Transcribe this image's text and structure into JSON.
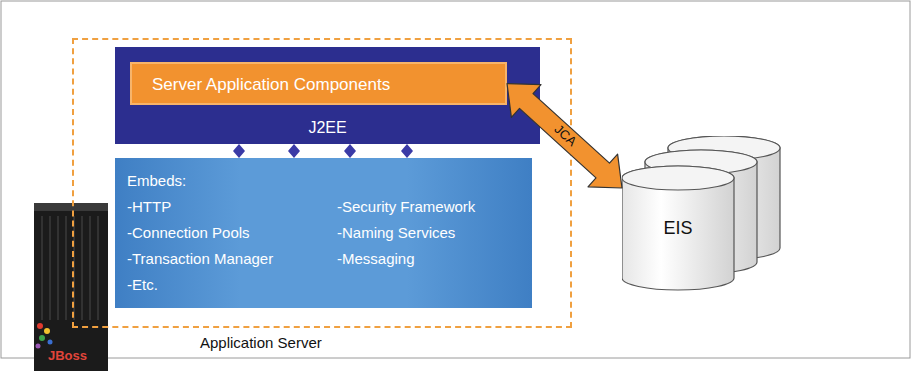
{
  "diagram": {
    "nodes": [
      {
        "text": [
          "Application Server"
        ]
      },
      {
        "text": [
          "J2EE"
        ],
        "in": 0
      },
      {
        "text": [
          "Server Application Components"
        ],
        "in": 1
      },
      {
        "text": [
          "Embeds:",
          "-HTTP",
          "-Security Framework",
          "-Connection Pools",
          "-Naming Services",
          "-Transaction Manager",
          "-Messaging",
          "-Etc."
        ],
        "in": 0
      },
      {
        "text": [
          "EIS"
        ]
      }
    ],
    "edges": [
      {
        "from": 1,
        "to": 3,
        "arrow": "both"
      },
      {
        "from": 1,
        "to": 3,
        "arrow": "both"
      },
      {
        "from": 1,
        "to": 3,
        "arrow": "both"
      },
      {
        "from": 1,
        "to": 3,
        "arrow": "both"
      },
      {
        "from": 2,
        "to": 4,
        "label": "JCA",
        "arrow": "both"
      }
    ],
    "labels": [
      "JBoss"
    ]
  }
}
